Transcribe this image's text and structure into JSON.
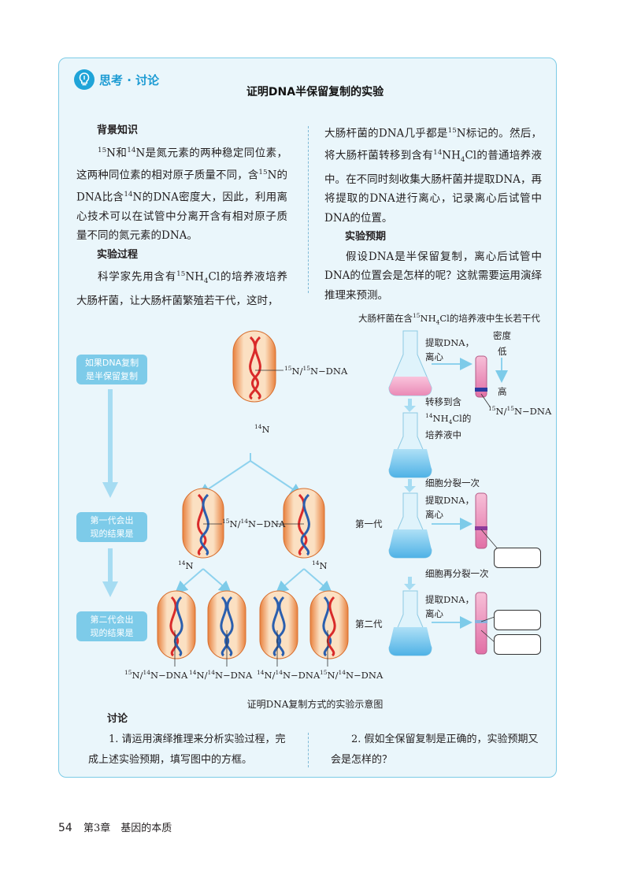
{
  "header": {
    "label": "思考 · 讨论",
    "title": "证明DNA半保留复制的实验"
  },
  "left_column": {
    "background_heading": "背景知识",
    "background_html": "<sup>15</sup>N和<sup>14</sup>N是氮元素的两种稳定同位素，这两种同位素的相对原子质量不同，含<sup>15</sup>N的DNA比含<sup>14</sup>N的DNA密度大，因此，利用离心技术可以在试管中分离开含有相对原子质量不同的氮元素的DNA。",
    "process_heading": "实验过程",
    "process_html": "科学家先用含有<sup>15</sup>NH<sub>4</sub>Cl的培养液培养大肠杆菌，让大肠杆菌繁殖若干代，这时，"
  },
  "right_column": {
    "process_cont_html": "大肠杆菌的DNA几乎都是<sup>15</sup>N标记的。然后，将大肠杆菌转移到含有<sup>14</sup>NH<sub>4</sub>Cl的普通培养液中。在不同时刻收集大肠杆菌并提取DNA，再将提取的DNA进行离心，记录离心后试管中DNA的位置。",
    "prediction_heading": "实验预期",
    "prediction_text": "假设DNA是半保留复制，离心后试管中DNA的位置会是怎样的呢？这就需要运用演绎推理来预测。"
  },
  "figure": {
    "top_label_html": "大肠杆菌在含<sup>15</sup>NH<sub>4</sub>Cl的培养液中生长若干代",
    "side_boxes": [
      "如果DNA复制\n是半保留复制",
      "第一代会出\n现的结果是",
      "第二代会出\n现的结果是"
    ],
    "dna_labels": {
      "parent_html": "<sup>15</sup>N/<sup>15</sup>N−DNA",
      "hybrid_html": "<sup>15</sup>N/<sup>14</sup>N−DNA",
      "light_html": "<sup>14</sup>N/<sup>14</sup>N−DNA",
      "n14_html": "<sup>14</sup>N"
    },
    "extract_label": "提取DNA，\n离心",
    "density_label": "密度",
    "low_label": "低",
    "high_label": "高",
    "transfer_label_html": "转移到含<br><sup>14</sup>NH<sub>4</sub>Cl的<br>培养液中",
    "divide_once": "细胞分裂一次",
    "divide_again": "细胞再分裂一次",
    "gen1": "第一代",
    "gen2": "第二代",
    "caption": "证明DNA复制方式的实验示意图"
  },
  "discussion": {
    "heading": "讨论",
    "q1": "1. 请运用演绎推理来分析实验过程，完成上述实验预期，填写图中的方框。",
    "q2": "2. 假如全保留复制是正确的，实验预期又会是怎样的？"
  },
  "footer": {
    "page": "54",
    "chapter": "第3章　基因的本质"
  },
  "colors": {
    "frame_border": "#7ccbe6",
    "frame_bg": "#eaf6fb",
    "accent": "#1c9bd3",
    "dna_red": "#d92a2a",
    "dna_blue": "#2b5fae",
    "medium_pink": "#f3a9c8",
    "medium_blue": "#5fb9e8"
  }
}
